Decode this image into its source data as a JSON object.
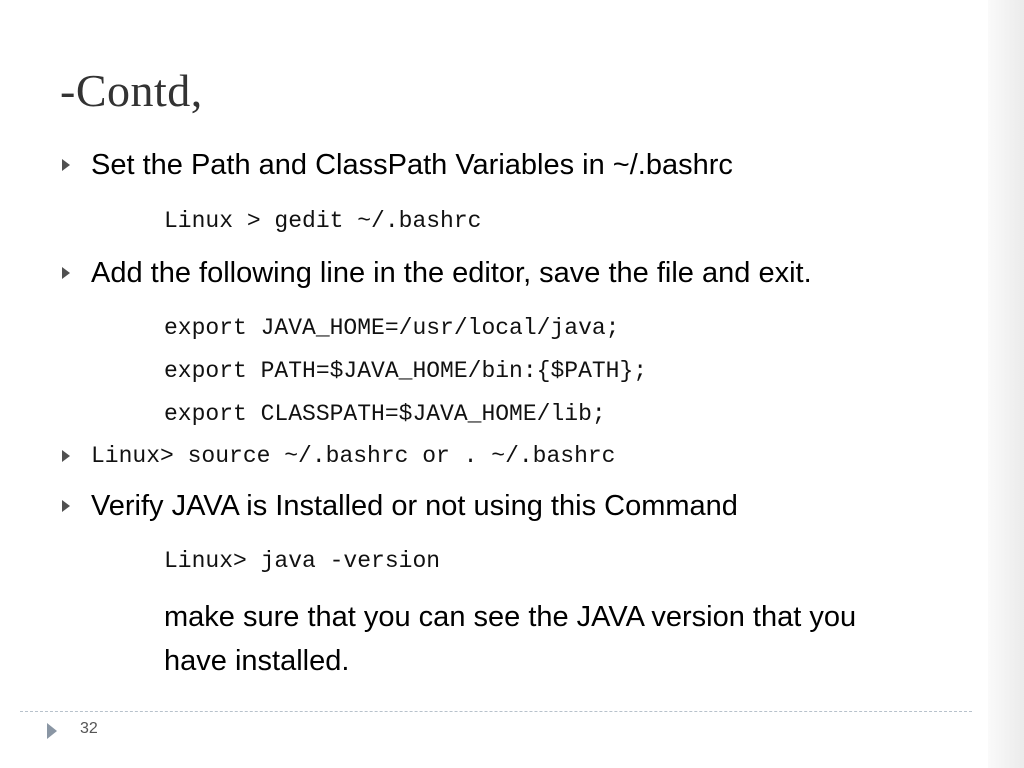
{
  "slide": {
    "title": "-Contd,",
    "bullets": [
      {
        "text": "Set the Path and ClassPath Variables in ~/.bashrc",
        "code": [
          "Linux > gedit ~/.bashrc"
        ]
      },
      {
        "text": "Add the following line in the editor, save the file and exit.",
        "code": [
          "export JAVA_HOME=/usr/local/java;",
          "export PATH=$JAVA_HOME/bin:{$PATH};",
          "export CLASSPATH=$JAVA_HOME/lib;"
        ]
      },
      {
        "code_text": "Linux> source ~/.bashrc or . ~/.bashrc"
      },
      {
        "text": "Verify JAVA is Installed or not using this Command",
        "code": [
          "Linux> java -version"
        ],
        "note": "make sure that you can see the JAVA version that you have installed."
      }
    ],
    "page_number": "32"
  },
  "icons": {
    "bullet": "triangle-right-icon",
    "footer": "triangle-right-icon"
  },
  "colors": {
    "title": "#333333",
    "bullet": "#505050",
    "footer_icon": "#8a96a4"
  }
}
